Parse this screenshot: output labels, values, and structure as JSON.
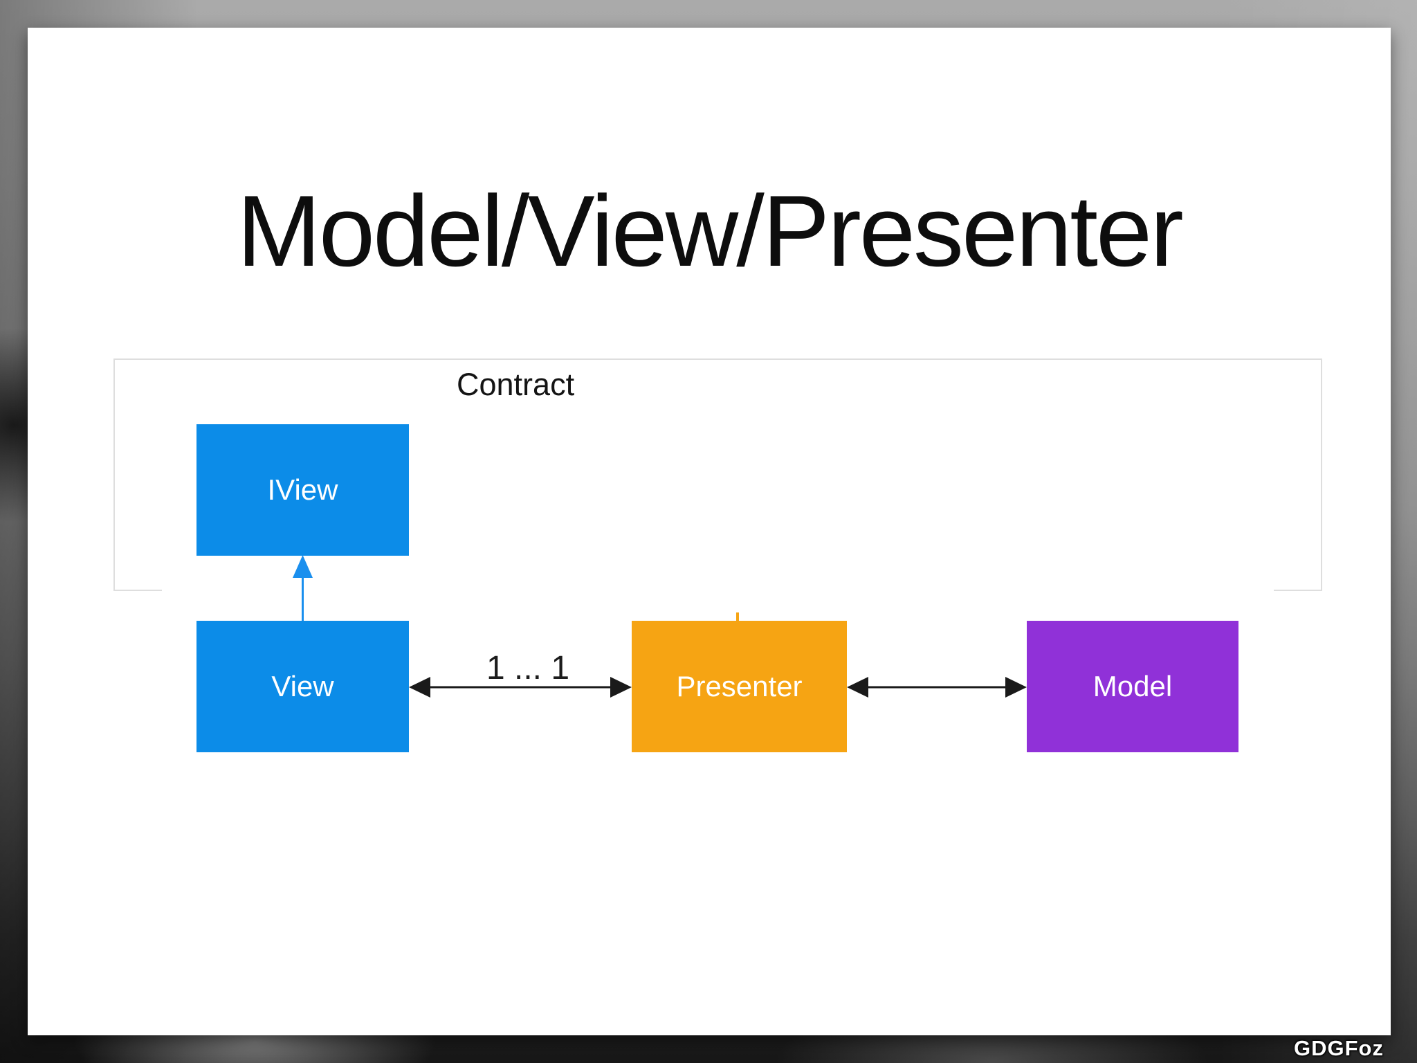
{
  "slide": {
    "title": "Model/View/Presenter"
  },
  "diagram": {
    "contract_label": "Contract",
    "boxes": [
      {
        "id": "iview",
        "label": "IView",
        "color": "#0c8ce8"
      },
      {
        "id": "view",
        "label": "View",
        "color": "#0c8ce8"
      },
      {
        "id": "presenter",
        "label": "Presenter",
        "color": "#f6a413"
      },
      {
        "id": "model",
        "label": "Model",
        "color": "#9031d8"
      }
    ],
    "multiplicity_label": "1 ... 1",
    "relations": [
      {
        "from": "View",
        "to": "IView",
        "type": "up-arrow"
      },
      {
        "from": "View",
        "to": "Presenter",
        "type": "bidirectional-arrow",
        "label": "1 ... 1"
      },
      {
        "from": "Presenter",
        "to": "Model",
        "type": "bidirectional-arrow"
      }
    ]
  },
  "watermark": "GDGFoz",
  "colors": {
    "box_blue": "#0c8ce8",
    "box_orange": "#f6a413",
    "box_purple": "#9031d8",
    "arrow_blue": "#1a8fee",
    "arrow_black": "#1a1a1a",
    "contract_border": "#dedede",
    "slide_background": "#ffffff"
  }
}
